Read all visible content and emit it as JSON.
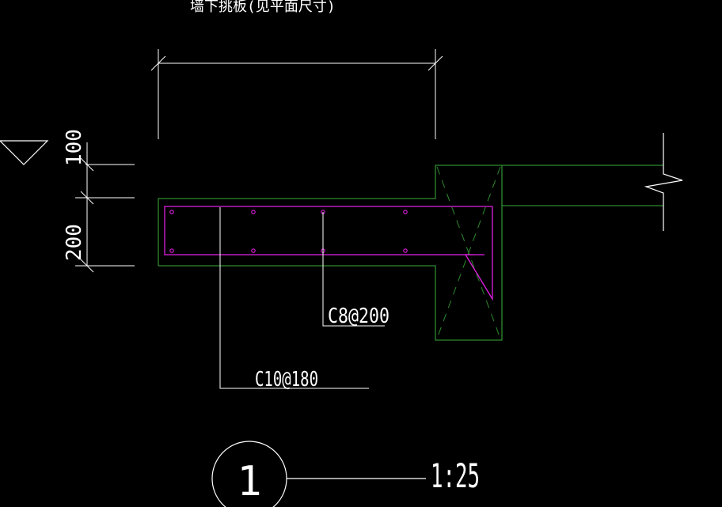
{
  "drawing": {
    "title_text": "墙下挑板(见平面尺寸)",
    "dim_top": "100",
    "dim_bottom": "200",
    "rebar_label_1": "C8@200",
    "rebar_label_2": "C10@180",
    "detail_number": "1",
    "scale": "1:25"
  },
  "colors": {
    "background": "#000000",
    "line_white": "#ffffff",
    "outline_green": "#2e8b2e",
    "rebar_magenta": "#e020e0"
  }
}
